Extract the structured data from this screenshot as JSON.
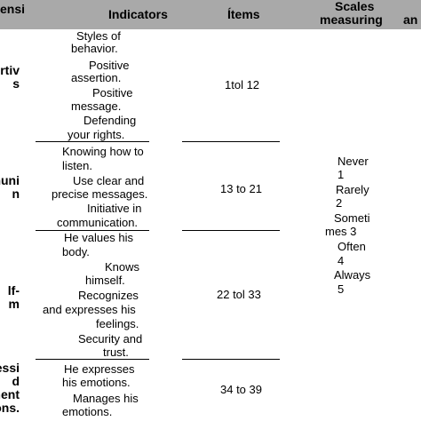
{
  "header": {
    "dimension": "ensi",
    "indicators": "Indicators",
    "items": "Ítems",
    "scales_line1": "Scales",
    "scales_line2": "measuring",
    "last": "an"
  },
  "rows": [
    {
      "dimension": [
        "ertiv",
        "s"
      ],
      "indicators": [
        "Styles of",
        "behavior.",
        "Positive",
        "assertion.",
        "Positive",
        "message.",
        "Defending",
        "your rights."
      ],
      "items": "1tol 12"
    },
    {
      "dimension": [
        "nuni",
        "n"
      ],
      "indicators": [
        "Knowing how to",
        "listen.",
        "Use clear and",
        "precise messages.",
        "Initiative in",
        "communication."
      ],
      "items": "13 to 21"
    },
    {
      "dimension": [
        "lf-",
        "m"
      ],
      "indicators": [
        "He values his",
        "body.",
        "Knows",
        "himself.",
        "Recognizes",
        "and expresses his",
        "feelings.",
        "Security and",
        "trust."
      ],
      "items": "22 tol 33"
    },
    {
      "dimension": [
        "ressi",
        "d",
        "ment",
        "ons."
      ],
      "indicators": [
        "He expresses",
        "his emotions.",
        "Manages his",
        "emotions."
      ],
      "items": "34 to 39"
    }
  ],
  "scales": [
    "Never",
    "1",
    "Rarely",
    "2",
    "Someti",
    "mes 3",
    "Often",
    "4",
    "Always",
    "5"
  ]
}
